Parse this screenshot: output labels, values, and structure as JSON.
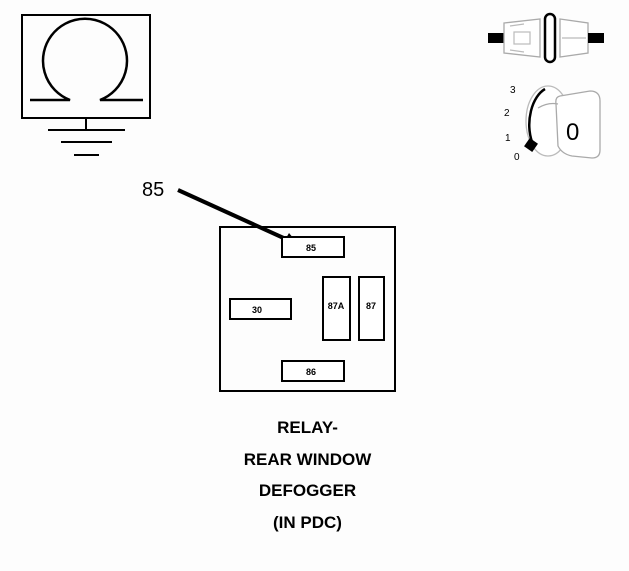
{
  "callout": {
    "pin": "85"
  },
  "relay": {
    "pins": [
      {
        "id": "pin-85",
        "label": "85"
      },
      {
        "id": "pin-30",
        "label": "30"
      },
      {
        "id": "pin-87a",
        "label": "87A"
      },
      {
        "id": "pin-87",
        "label": "87"
      },
      {
        "id": "pin-86",
        "label": "86"
      }
    ]
  },
  "ignition": {
    "positions": [
      "3",
      "2",
      "1",
      "0"
    ],
    "key_label": "0"
  },
  "caption": {
    "lines": [
      "RELAY-",
      "REAR WINDOW",
      "DEFOGGER",
      "(IN PDC)"
    ]
  }
}
